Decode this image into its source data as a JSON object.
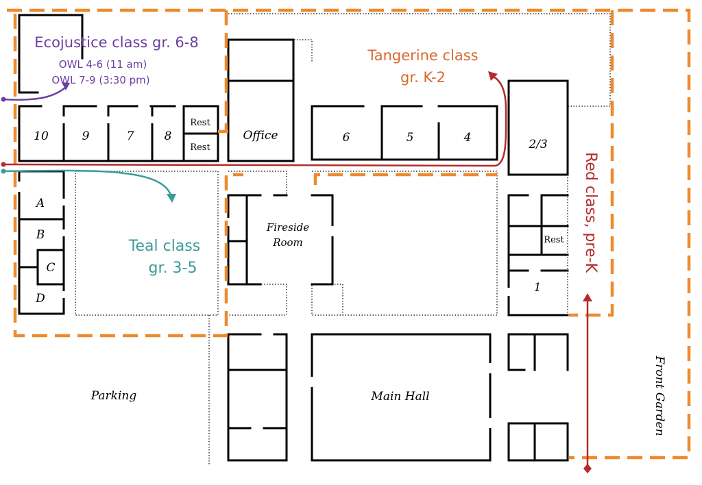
{
  "annotations": {
    "ecojustice": {
      "title": "Ecojustice class gr. 6-8",
      "line1": "OWL 4-6 (11 am)",
      "line2": "OWL 7-9 (3:30 pm)",
      "color": "#6b3fa0"
    },
    "tangerine": {
      "line1": "Tangerine class",
      "line2": "gr. K-2",
      "color": "#d9692b"
    },
    "teal": {
      "line1": "Teal class",
      "line2": "gr. 3-5",
      "color": "#3b9a9a"
    },
    "red": {
      "label": "Red class, pre-K",
      "color": "#b52a2a"
    }
  },
  "boundary_color": "#ee8a2e",
  "rooms": {
    "r10": "10",
    "r9": "9",
    "r7": "7",
    "r8": "8",
    "rest1": "Rest",
    "rest2": "Rest",
    "rest3": "Rest",
    "office": "Office",
    "r6": "6",
    "r5": "5",
    "r4": "4",
    "r23": "2/3",
    "r1": "1",
    "a": "A",
    "b": "B",
    "c": "C",
    "d": "D",
    "fireside1": "Fireside",
    "fireside2": "Room",
    "main_hall": "Main Hall",
    "parking": "Parking",
    "front_garden": "Front Garden"
  }
}
